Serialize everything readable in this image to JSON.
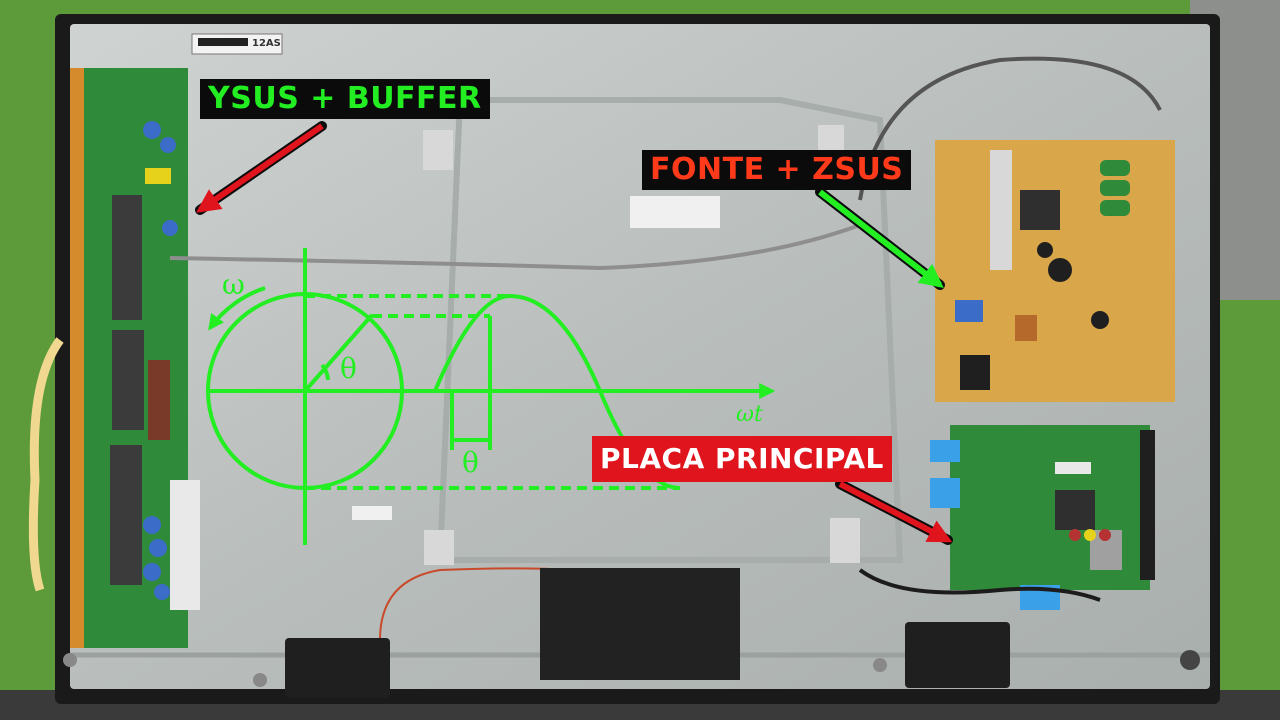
{
  "labels": {
    "ysus": "YSUS + BUFFER",
    "fonte": "FONTE + ZSUS",
    "placa": "PLACA PRINCIPAL"
  },
  "diagram": {
    "omega": "ω",
    "theta": "θ",
    "theta_offset": "θ",
    "omega_t": "ωt"
  },
  "sticker": {
    "model_code": "12AS"
  },
  "colors": {
    "ysus_text": "#22ee22",
    "fonte_text": "#ff3a1a",
    "placa_bg": "#e0141c",
    "diagram_green": "#22ee22",
    "pcb_green": "#2f8a3a",
    "psu_board": "#d9a64a",
    "chassis_metal": "#c2c6c4",
    "wall_green": "#5d9a3a"
  },
  "icons": [
    "arrow-icon",
    "capacitor-icon",
    "connector-icon",
    "speaker-icon"
  ]
}
